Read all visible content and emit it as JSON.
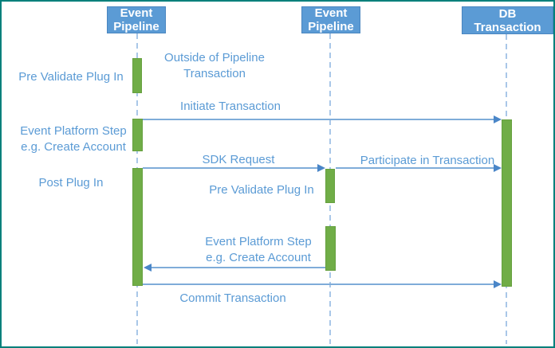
{
  "diagram": {
    "type": "sequence-diagram",
    "actors": [
      {
        "line1": "Event",
        "line2": "Pipeline"
      },
      {
        "line1": "Event",
        "line2": "Pipeline"
      },
      {
        "line1": "DB",
        "line2": "Transaction"
      }
    ],
    "notes": {
      "pre_validate_left": "Pre Validate Plug In",
      "outside_1": "Outside of Pipeline",
      "outside_2": "Transaction",
      "event_platform_left_1": "Event Platform Step",
      "event_platform_left_2": "e.g. Create Account",
      "post_plug_in": "Post Plug In",
      "pre_validate_mid": "Pre Validate Plug In",
      "event_platform_mid_1": "Event Platform Step",
      "event_platform_mid_2": "e.g. Create Account"
    },
    "messages": {
      "initiate": "Initiate Transaction",
      "sdk_request": "SDK Request",
      "participate": "Participate in Transaction",
      "commit": "Commit Transaction"
    },
    "colors": {
      "actor_fill": "#5B9BD5",
      "actor_border": "#4A86C0",
      "actor_text": "#FFFFFF",
      "label_text": "#5B9BD5",
      "arrow_line": "#7FACD9",
      "arrowhead": "#4A86C8",
      "activation_fill": "#70AD47",
      "lifeline": "#A9C7E8",
      "frame_border": "#00807B",
      "background": "#FFFFFF"
    }
  }
}
